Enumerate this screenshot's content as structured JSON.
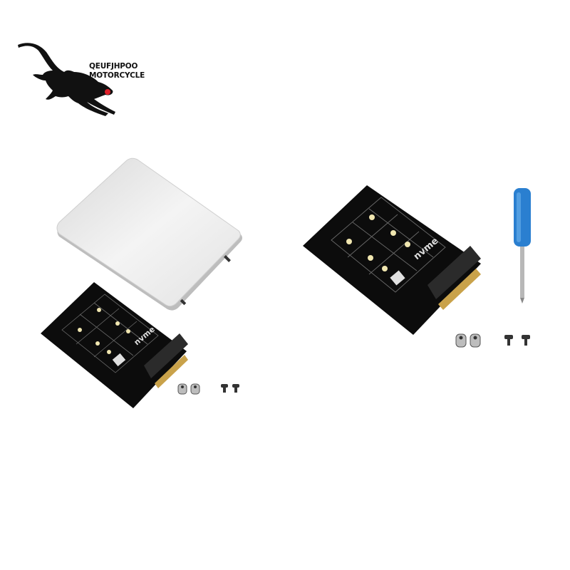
{
  "brand": {
    "line1": "QEUFJHPOO",
    "line2": "MOTORCYCLE",
    "logo_icon": "leaping-panther-icon",
    "accent_color": "#e0202a"
  },
  "product": {
    "left_group": {
      "items": [
        "ssd-aluminum-enclosure",
        "m2-to-u2-adapter-board",
        "standoff-nuts",
        "screws"
      ],
      "enclosure_color": "#e8e8e8"
    },
    "right_group": {
      "items": [
        "m2-to-u2-adapter-board",
        "screwdriver",
        "standoff-nuts",
        "screws"
      ],
      "screwdriver_color": "#2a7fd0"
    },
    "board_label": "nvme",
    "board_color": "#0c0c0c",
    "connector_color": "#c9a24a"
  }
}
